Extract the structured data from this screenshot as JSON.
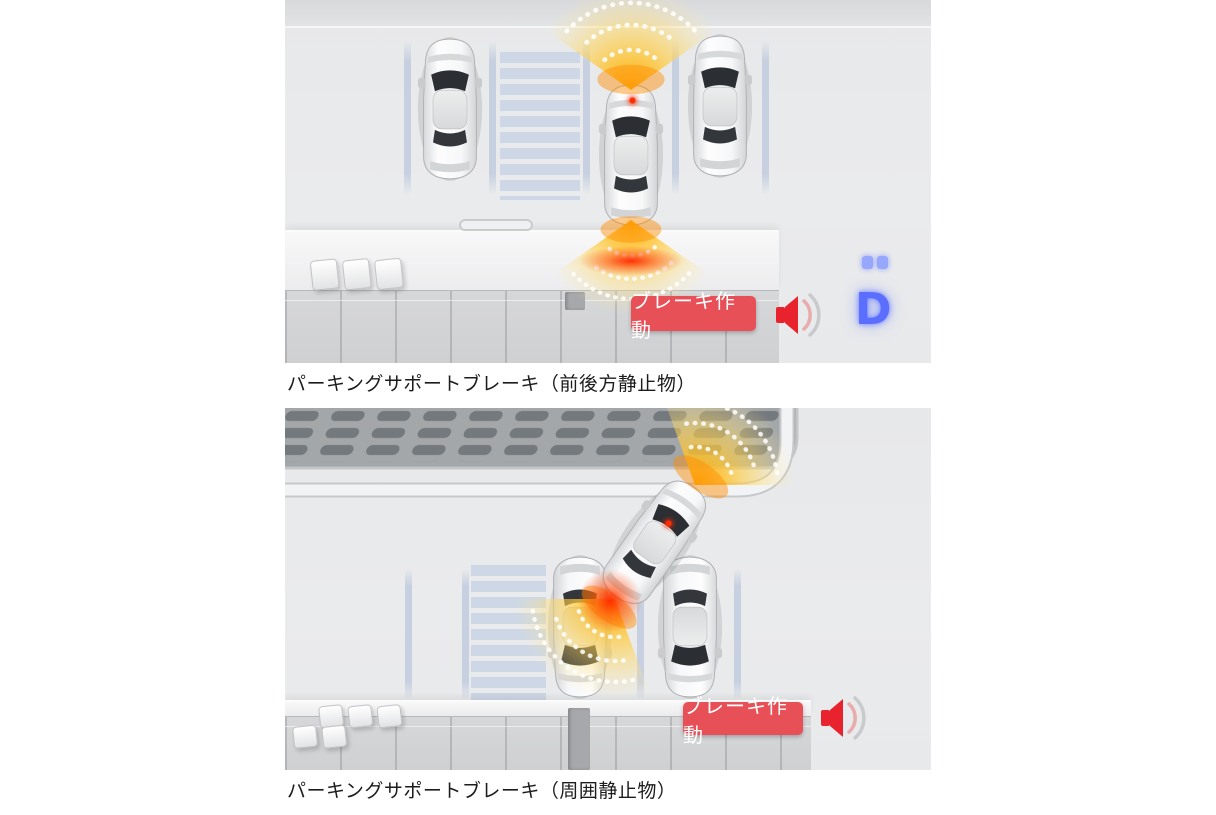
{
  "figure1": {
    "caption": "パーキングサポートブレーキ（前後方静止物）",
    "badge_label": "ブレーキ作動",
    "shift_indicator": "D"
  },
  "figure2": {
    "caption": "パーキングサポートブレーキ（周囲静止物）",
    "badge_label": "ブレーキ作動"
  },
  "icons": {
    "speaker": "speaker-icon",
    "sensor_wave": "sensor-wave-fan",
    "collision_alert": "collision-alert-glow",
    "shift_indicator": "shift-d-indicator"
  },
  "colors": {
    "badge_red": "#e85058",
    "badge_text": "#ffffff",
    "speaker_red": "#e8232d",
    "sensor_yellow": "#ffc23c",
    "alert_red": "#ff2d00",
    "shift_blue": "#5b6eff",
    "parking_line": "#c6d0e0",
    "crosswalk": "#cdd7e5",
    "floor": "#eaebec",
    "roof": "#a3a7a9",
    "wall": "#d5d6d8"
  }
}
